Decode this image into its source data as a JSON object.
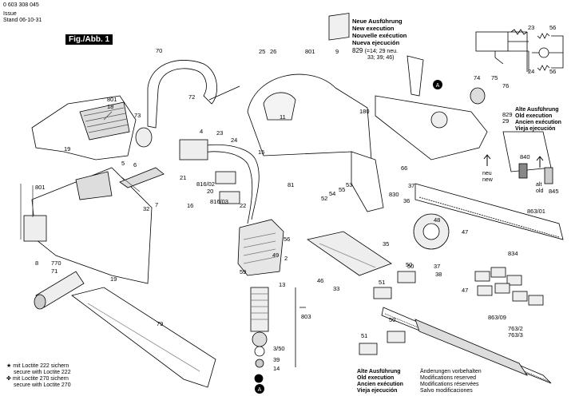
{
  "header": {
    "part_no": "0 603 308 045",
    "issue_label": "Issue",
    "stand_label": "Stand",
    "date": "06-10-31",
    "fig_label": "Fig./Abb. 1"
  },
  "new_execution": {
    "de": "Neue Ausführung",
    "en": "New execution",
    "fr": "Nouvelle exécution",
    "es": "Nueva ejecución",
    "note_829": "829",
    "note_829_detail": "(=14; 29 neu.",
    "note_829_detail2": "33; 39; 46)"
  },
  "old_execution_top": {
    "de": "Alte Ausführung",
    "en": "Old execution",
    "fr": "Ancien exécution",
    "es": "Vieja ejecución"
  },
  "old_execution_bottom": {
    "de": "Alte Ausführung",
    "en": "Old execution",
    "fr": "Ancien exécution",
    "es": "Vieja ejecución"
  },
  "legend": {
    "loctite222_de": "mit Loctite 222 sichern",
    "loctite222_en": "secure with Loctite 222",
    "loctite270_de": "mit Loctite 270 sichern",
    "loctite270_en": "secure with Loctite 270"
  },
  "modifications": {
    "de": "Änderungen vorbehalten",
    "en": "Modifications reserved",
    "fr": "Modifications réservées",
    "es": "Salvo modificaciones"
  },
  "labels": {
    "neu": "neu",
    "new": "new",
    "alt": "alt",
    "old": "old",
    "marker_a": "A"
  },
  "part_numbers": [
    "70",
    "25",
    "26",
    "801",
    "9",
    "801",
    "18",
    "72",
    "73",
    "11",
    "180",
    "19",
    "4",
    "23",
    "24",
    "15",
    "5",
    "6",
    "21",
    "816/02",
    "20",
    "816/03",
    "16",
    "22",
    "81",
    "53",
    "55",
    "54",
    "52",
    "801",
    "8",
    "32",
    "7",
    "770",
    "71",
    "56",
    "19",
    "2",
    "59",
    "50",
    "46",
    "33",
    "13",
    "3/50",
    "803",
    "39",
    "14",
    "79",
    "51",
    "51",
    "50",
    "35",
    "830",
    "36",
    "37",
    "48",
    "47",
    "47",
    "37",
    "38",
    "50",
    "834",
    "863/01",
    "863/09",
    "763/2",
    "763/3",
    "66",
    "840",
    "845",
    "74",
    "75",
    "76",
    "829",
    "29",
    "23",
    "56",
    "24",
    "56",
    "49"
  ]
}
